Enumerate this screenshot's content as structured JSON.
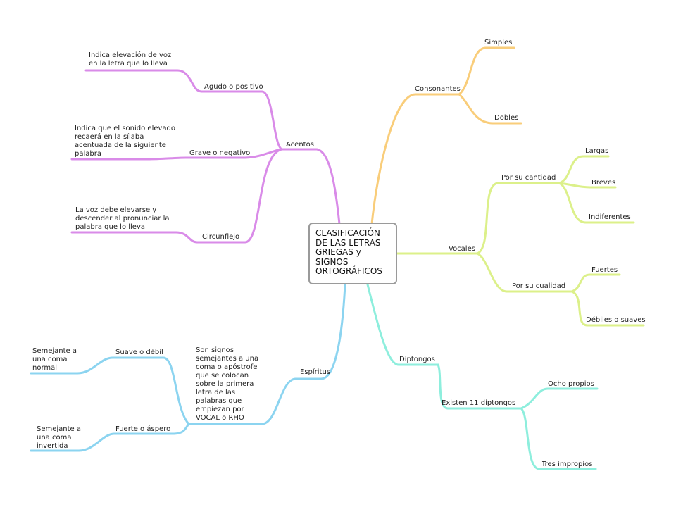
{
  "central_topic": "CLASIFICACIÓN DE LAS LETRAS GRIEGAS y SIGNOS ORTOGRÁFICOS",
  "colors": {
    "acentos": "#d98be8",
    "consonantes": "#f9cd7a",
    "vocales": "#dcf08a",
    "diptongos": "#8eeedd",
    "espiritus": "#8cd4f0"
  },
  "acentos": {
    "label": "Acentos",
    "agudo": "Agudo o positivo",
    "agudo_note": "Indica elevación de voz en la letra que lo lleva",
    "grave": "Grave o negativo",
    "grave_note": "Indica que el sonido elevado recaerá en la sílaba acentuada de la siguiente palabra",
    "circunflejo": "Circunflejo",
    "circunflejo_note": "La voz debe elevarse y descender al pronunciar la palabra que lo lleva"
  },
  "consonantes": {
    "label": "Consonantes",
    "simples": "Simples",
    "dobles": "Dobles"
  },
  "vocales": {
    "label": "Vocales",
    "cantidad": "Por su cantidad",
    "largas": "Largas",
    "breves": "Breves",
    "indiferentes": "Indiferentes",
    "cualidad": "Por su cualidad",
    "fuertes": "Fuertes",
    "debiles": "Débiles o suaves"
  },
  "diptongos": {
    "label": "Diptongos",
    "existen": "Existen 11 diptongos",
    "ocho": "Ocho propios",
    "tres": "Tres impropios"
  },
  "espiritus": {
    "label": "Espíritus",
    "note": "Son signos semejantes a una coma o apóstrofe que se colocan sobre la primera letra de las palabras que empiezan por VOCAL o RHO",
    "suave": "Suave o débil",
    "suave_note": "Semejante a una coma normal",
    "fuerte": "Fuerte o áspero",
    "fuerte_note": "Semejante a una coma invertida"
  }
}
